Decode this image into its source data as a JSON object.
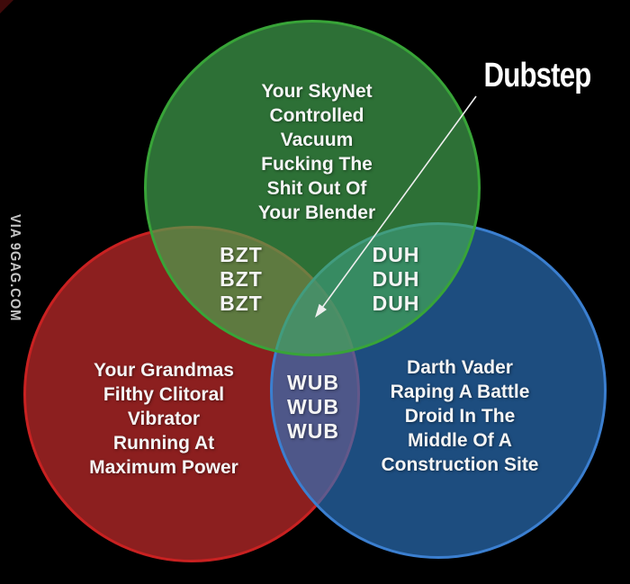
{
  "annotation": {
    "label": "Dubstep"
  },
  "watermark": {
    "text": "VIA 9GAG.COM"
  },
  "venn": {
    "top_circle": {
      "lines": [
        "Your SkyNet",
        "Controlled",
        "Vacuum",
        "Fucking The",
        "Shit Out Of",
        "Your Blender"
      ]
    },
    "left_circle": {
      "lines": [
        "Your Grandmas",
        "Filthy Clitoral",
        "Vibrator",
        "Running At",
        "Maximum Power"
      ]
    },
    "right_circle": {
      "lines": [
        "Darth Vader",
        "Raping A Battle",
        "Droid In The",
        "Middle Of A",
        "Construction Site"
      ]
    },
    "overlap_top_left": {
      "lines": [
        "BZT",
        "BZT",
        "BZT"
      ]
    },
    "overlap_top_right": {
      "lines": [
        "DUH",
        "DUH",
        "DUH"
      ]
    },
    "overlap_bottom": {
      "lines": [
        "WUB",
        "WUB",
        "WUB"
      ]
    }
  },
  "colors": {
    "background": "#000000",
    "green_fill": "#2d7036",
    "green_stroke": "#38a438",
    "red_fill": "#8c1d1d",
    "red_stroke": "#c92121",
    "blue_fill": "#1d4d7f",
    "blue_stroke": "#3b7fd0",
    "overlap_green_red": "#6f7d30",
    "overlap_green_blue": "#378b62",
    "overlap_red_blue": "#4e588a",
    "overlap_center": "#488f66",
    "text": "#f5f5f5",
    "watermark_text": "#c4c4c4"
  }
}
